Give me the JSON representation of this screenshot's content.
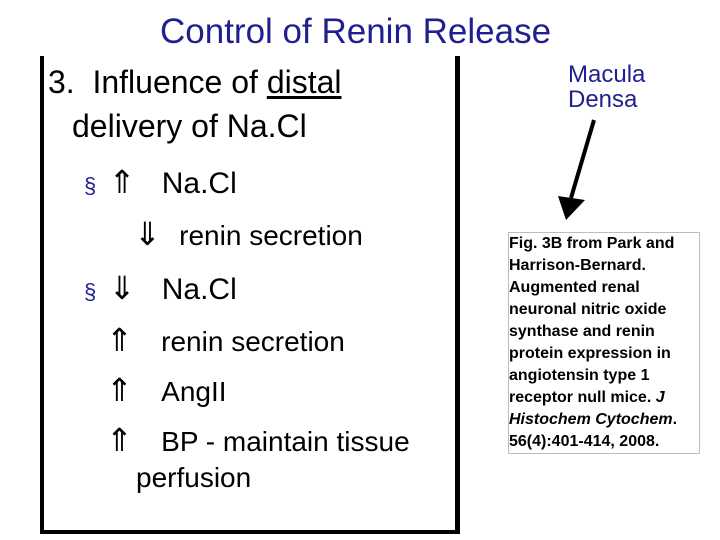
{
  "slide": {
    "title": "Control of Renin Release",
    "heading_line1_prefix": "3.  Influence of ",
    "heading_line1_underlined": "distal",
    "heading_line2": "delivery of Na.Cl",
    "bullets": [
      {
        "bullet": "§",
        "arrow": "⇑",
        "text": "Na.Cl"
      },
      {
        "arrow": "⇓",
        "text": "renin secretion"
      },
      {
        "bullet": "§",
        "arrow": "⇓",
        "text": "Na.Cl"
      },
      {
        "arrow": "⇑",
        "text": "renin secretion"
      },
      {
        "arrow": "⇑",
        "text": "AngII"
      },
      {
        "arrow": "⇑",
        "text": "BP - maintain tissue"
      },
      {
        "text": "perfusion"
      }
    ],
    "label_line1": "Macula",
    "label_line2": "Densa",
    "reference": {
      "line1": "Fig. 3B from Park and",
      "line2": "Harrison-Bernard.",
      "line3": "Augmented renal",
      "line4": "neuronal nitric oxide",
      "line5": "synthase and renin",
      "line6": "protein expression in",
      "line7": "angiotensin type 1",
      "line8_prefix": "receptor null mice. ",
      "line8_italic": "J",
      "line9_italic": "Histochem Cytochem",
      "line9_suffix": ".",
      "line10": "56(4):401-414, 2008."
    }
  },
  "colors": {
    "title": "#1f1f8f",
    "text": "#000000"
  }
}
